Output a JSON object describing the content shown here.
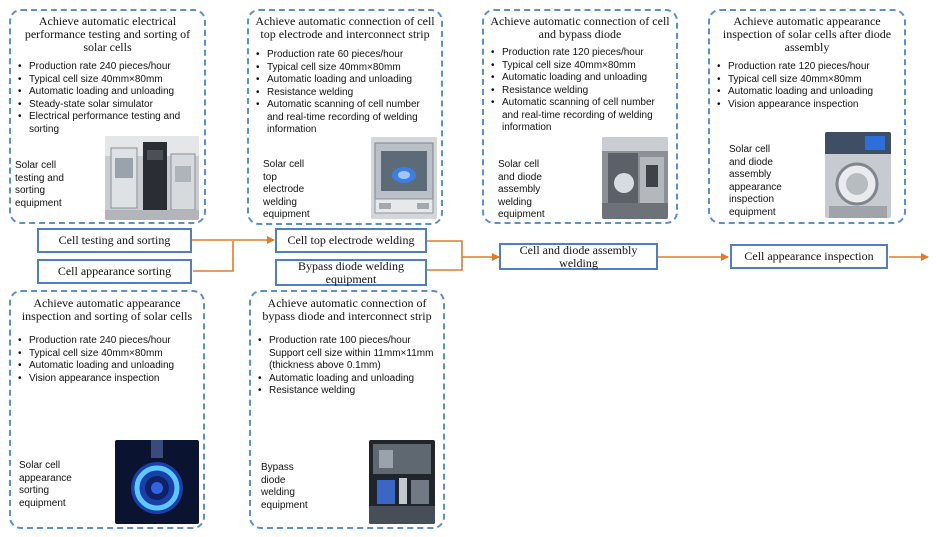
{
  "colors": {
    "card_border": "#5b8fd0",
    "stage_border": "#4f7fc2",
    "arrow": "#e07b2c"
  },
  "cards": {
    "electrical": {
      "title": "Achieve automatic electrical performance testing and sorting of solar cells",
      "bullets": [
        "Production rate 240 pieces/hour",
        "Typical cell size 40mm×80mm",
        "Automatic loading and unloading",
        "Steady-state solar simulator",
        "Electrical performance testing and sorting"
      ],
      "equipment": "Solar cell\ntesting and\nsorting\nequipment"
    },
    "top_electrode": {
      "title": "Achieve automatic connection of cell top electrode and interconnect strip",
      "bullets": [
        "Production rate 60 pieces/hour",
        "Typical cell size 40mm×80mm",
        "Automatic loading and unloading",
        "Resistance welding",
        "Automatic scanning of cell number and real-time recording of welding information"
      ],
      "equipment": "Solar cell\ntop\nelectrode\nwelding\nequipment"
    },
    "cell_diode": {
      "title": "Achieve automatic connection of cell and bypass diode",
      "bullets": [
        "Production rate 120 pieces/hour",
        "Typical cell size 40mm×80mm",
        "Automatic loading and unloading",
        "Resistance welding",
        "Automatic scanning of cell number and real-time recording of welding information"
      ],
      "equipment": "Solar cell\nand diode\nassembly\nwelding\nequipment"
    },
    "after_diode": {
      "title": "Achieve automatic appearance inspection of solar cells after diode assembly",
      "bullets": [
        "Production rate 120 pieces/hour",
        "Typical cell size 40mm×80mm",
        "Automatic loading and unloading",
        "Vision appearance inspection"
      ],
      "equipment": "Solar cell\nand diode\nassembly\nappearance\ninspection\nequipment"
    },
    "appearance": {
      "title": "Achieve automatic appearance inspection and sorting of solar cells",
      "bullets": [
        "Production rate 240 pieces/hour",
        "Typical cell size 40mm×80mm",
        "Automatic loading and unloading",
        "Vision appearance inspection"
      ],
      "equipment": "Solar cell\nappearance\nsorting\nequipment"
    },
    "bypass": {
      "title": "Achieve automatic connection of bypass diode and interconnect strip",
      "bullets": [
        "Production rate 100 pieces/hour Support cell size within 11mm×11mm (thickness above 0.1mm)",
        "Automatic loading and unloading",
        "Resistance welding"
      ],
      "equipment": "Bypass\ndiode\nwelding\nequipment"
    }
  },
  "stages": {
    "cell_testing": "Cell testing and sorting",
    "cell_appearance": "Cell appearance sorting",
    "top_welding": "Cell top electrode welding",
    "bypass_welding": "Bypass diode welding equipment",
    "assembly_welding": "Cell and diode assembly welding",
    "appearance_inspection": "Cell appearance inspection"
  }
}
